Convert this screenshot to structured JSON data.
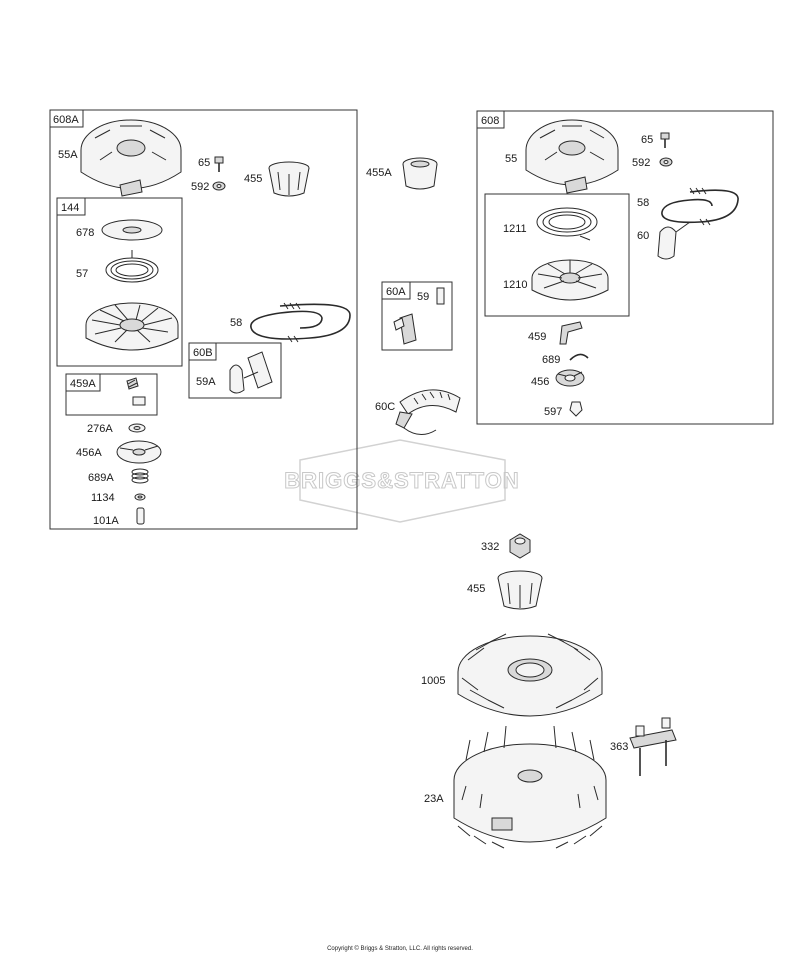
{
  "groups": {
    "g608A": "608A",
    "g144": "144",
    "g459A": "459A",
    "g60B": "60B",
    "g60A": "60A",
    "g608": "608"
  },
  "parts": {
    "p55A": "55A",
    "p65_left": "65",
    "p592_left": "592",
    "p455_top": "455",
    "p455A": "455A",
    "p678": "678",
    "p57": "57",
    "p58_left": "58",
    "p59A": "59A",
    "p59": "59",
    "p276A": "276A",
    "p456A": "456A",
    "p689A": "689A",
    "p1134": "1134",
    "p101A": "101A",
    "p60C": "60C",
    "p55": "55",
    "p65_right": "65",
    "p592_right": "592",
    "p58_right": "58",
    "p1211": "1211",
    "p60": "60",
    "p1210": "1210",
    "p459": "459",
    "p689": "689",
    "p456": "456",
    "p597": "597",
    "p332": "332",
    "p455_bottom": "455",
    "p1005": "1005",
    "p363": "363",
    "p23A": "23A"
  },
  "watermark": "BRIGGS&STRATTON",
  "copyright": "Copyright © Briggs & Stratton, LLC. All rights reserved."
}
